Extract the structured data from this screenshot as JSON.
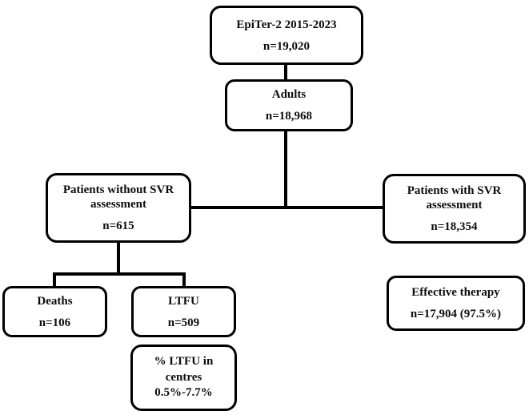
{
  "figure": {
    "type": "flowchart",
    "colors": {
      "border": "#000000",
      "text": "#0d0d0d",
      "background": "#ffffff"
    }
  },
  "nodes": {
    "epiter": {
      "label": "EpiTer-2 2015-2023",
      "value": "n=19,020"
    },
    "adults": {
      "label": "Adults",
      "value": "n=18,968"
    },
    "without_svr": {
      "label": "Patients without SVR assessment",
      "value": "n=615"
    },
    "with_svr": {
      "label": "Patients with SVR assessment",
      "value": "n=18,354"
    },
    "deaths": {
      "label": "Deaths",
      "value": "n=106"
    },
    "ltfu": {
      "label": "LTFU",
      "value": "n=509"
    },
    "ltfu_centres": {
      "label": "% LTFU in centres",
      "value": "0.5%-7.7%"
    },
    "effective": {
      "label": "Effective therapy",
      "value": "n=17,904 (97.5%)"
    }
  }
}
